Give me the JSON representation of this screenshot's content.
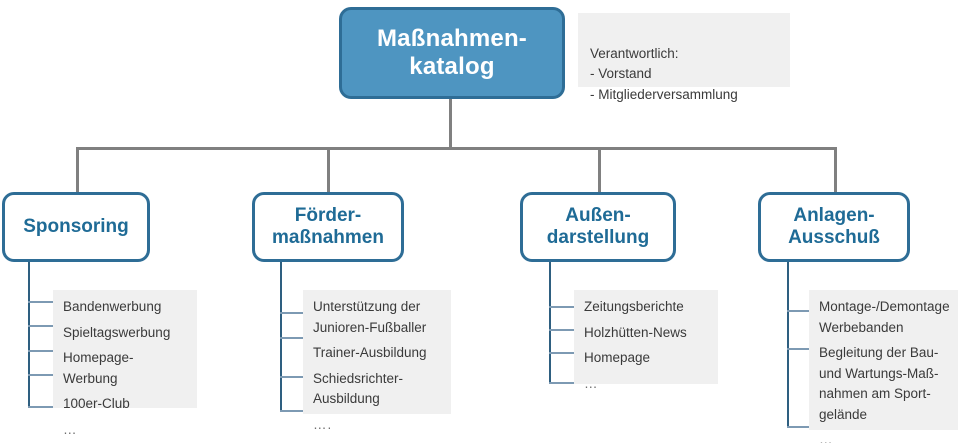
{
  "diagram": {
    "title": "Maßnahmenkatalog",
    "colors": {
      "root_fill": "#4e95c1",
      "node_border": "#2e6d96",
      "branch_text": "#1f6b96",
      "connector": "#808080",
      "spine": "#2e5f80",
      "stub": "#7d9ab3",
      "panel_bg": "#f0f0f0",
      "panel_text": "#3a3a3a"
    }
  },
  "root": {
    "label": "Maßnahmen-\nkatalog"
  },
  "responsible_note": {
    "text": "Verantwortlich:\n- Vorstand\n- Mitgliederversammlung"
  },
  "branches": [
    {
      "label": "Sponsoring",
      "items": [
        "Bandenwerbung",
        "Spieltagswerbung",
        "Homepage-Werbung",
        "100er-Club",
        "…"
      ]
    },
    {
      "label": "Förder-\nmaßnahmen",
      "items": [
        "Unterstützung der\nJunioren-Fußballer",
        "Trainer-Ausbildung",
        "Schiedsrichter-\nAusbildung",
        "…."
      ]
    },
    {
      "label": "Außen-\ndarstellung",
      "items": [
        "Zeitungsberichte",
        "Holzhütten-News",
        "Homepage",
        "…"
      ]
    },
    {
      "label": "Anlagen-\nAusschuß",
      "items": [
        "Montage-/Demontage\nWerbebanden",
        "Begleitung der Bau-\nund Wartungs-Maß-\nnahmen am Sport-\ngelände",
        "…"
      ]
    }
  ]
}
